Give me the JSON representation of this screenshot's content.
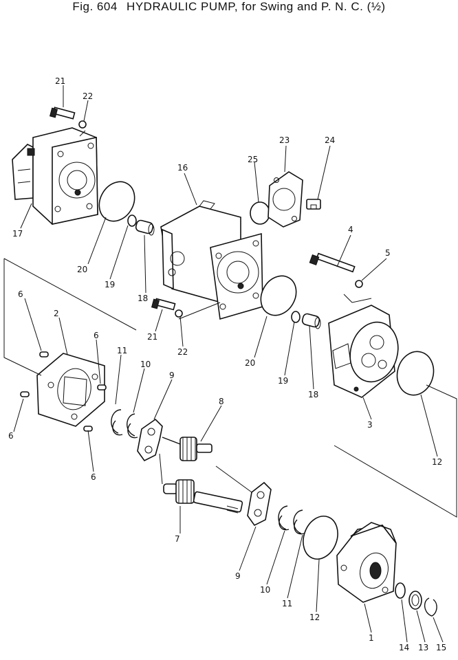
{
  "header": {
    "fig_no": "Fig. 604",
    "title": "HYDRAULIC PUMP, for Swing and P. N. C. (½)"
  },
  "callouts": [
    {
      "id": "c21a",
      "label": "21"
    },
    {
      "id": "c22a",
      "label": "22"
    },
    {
      "id": "c17",
      "label": "17"
    },
    {
      "id": "c16",
      "label": "16"
    },
    {
      "id": "c25",
      "label": "25"
    },
    {
      "id": "c23",
      "label": "23"
    },
    {
      "id": "c24",
      "label": "24"
    },
    {
      "id": "c20a",
      "label": "20"
    },
    {
      "id": "c19a",
      "label": "19"
    },
    {
      "id": "c18a",
      "label": "18"
    },
    {
      "id": "c4",
      "label": "4"
    },
    {
      "id": "c5",
      "label": "5"
    },
    {
      "id": "c21b",
      "label": "21"
    },
    {
      "id": "c22b",
      "label": "22"
    },
    {
      "id": "c20b",
      "label": "20"
    },
    {
      "id": "c19b",
      "label": "19"
    },
    {
      "id": "c18b",
      "label": "18"
    },
    {
      "id": "c3",
      "label": "3"
    },
    {
      "id": "c12a",
      "label": "12"
    },
    {
      "id": "c6a",
      "label": "6"
    },
    {
      "id": "c2",
      "label": "2"
    },
    {
      "id": "c6b",
      "label": "6"
    },
    {
      "id": "c11a",
      "label": "11"
    },
    {
      "id": "c10a",
      "label": "10"
    },
    {
      "id": "c9a",
      "label": "9"
    },
    {
      "id": "c8",
      "label": "8"
    },
    {
      "id": "c6c",
      "label": "6"
    },
    {
      "id": "c6d",
      "label": "6"
    },
    {
      "id": "c7",
      "label": "7"
    },
    {
      "id": "c9b",
      "label": "9"
    },
    {
      "id": "c10b",
      "label": "10"
    },
    {
      "id": "c11b",
      "label": "11"
    },
    {
      "id": "c12b",
      "label": "12"
    },
    {
      "id": "c1",
      "label": "1"
    },
    {
      "id": "c14",
      "label": "14"
    },
    {
      "id": "c13",
      "label": "13"
    },
    {
      "id": "c15",
      "label": "15"
    }
  ]
}
